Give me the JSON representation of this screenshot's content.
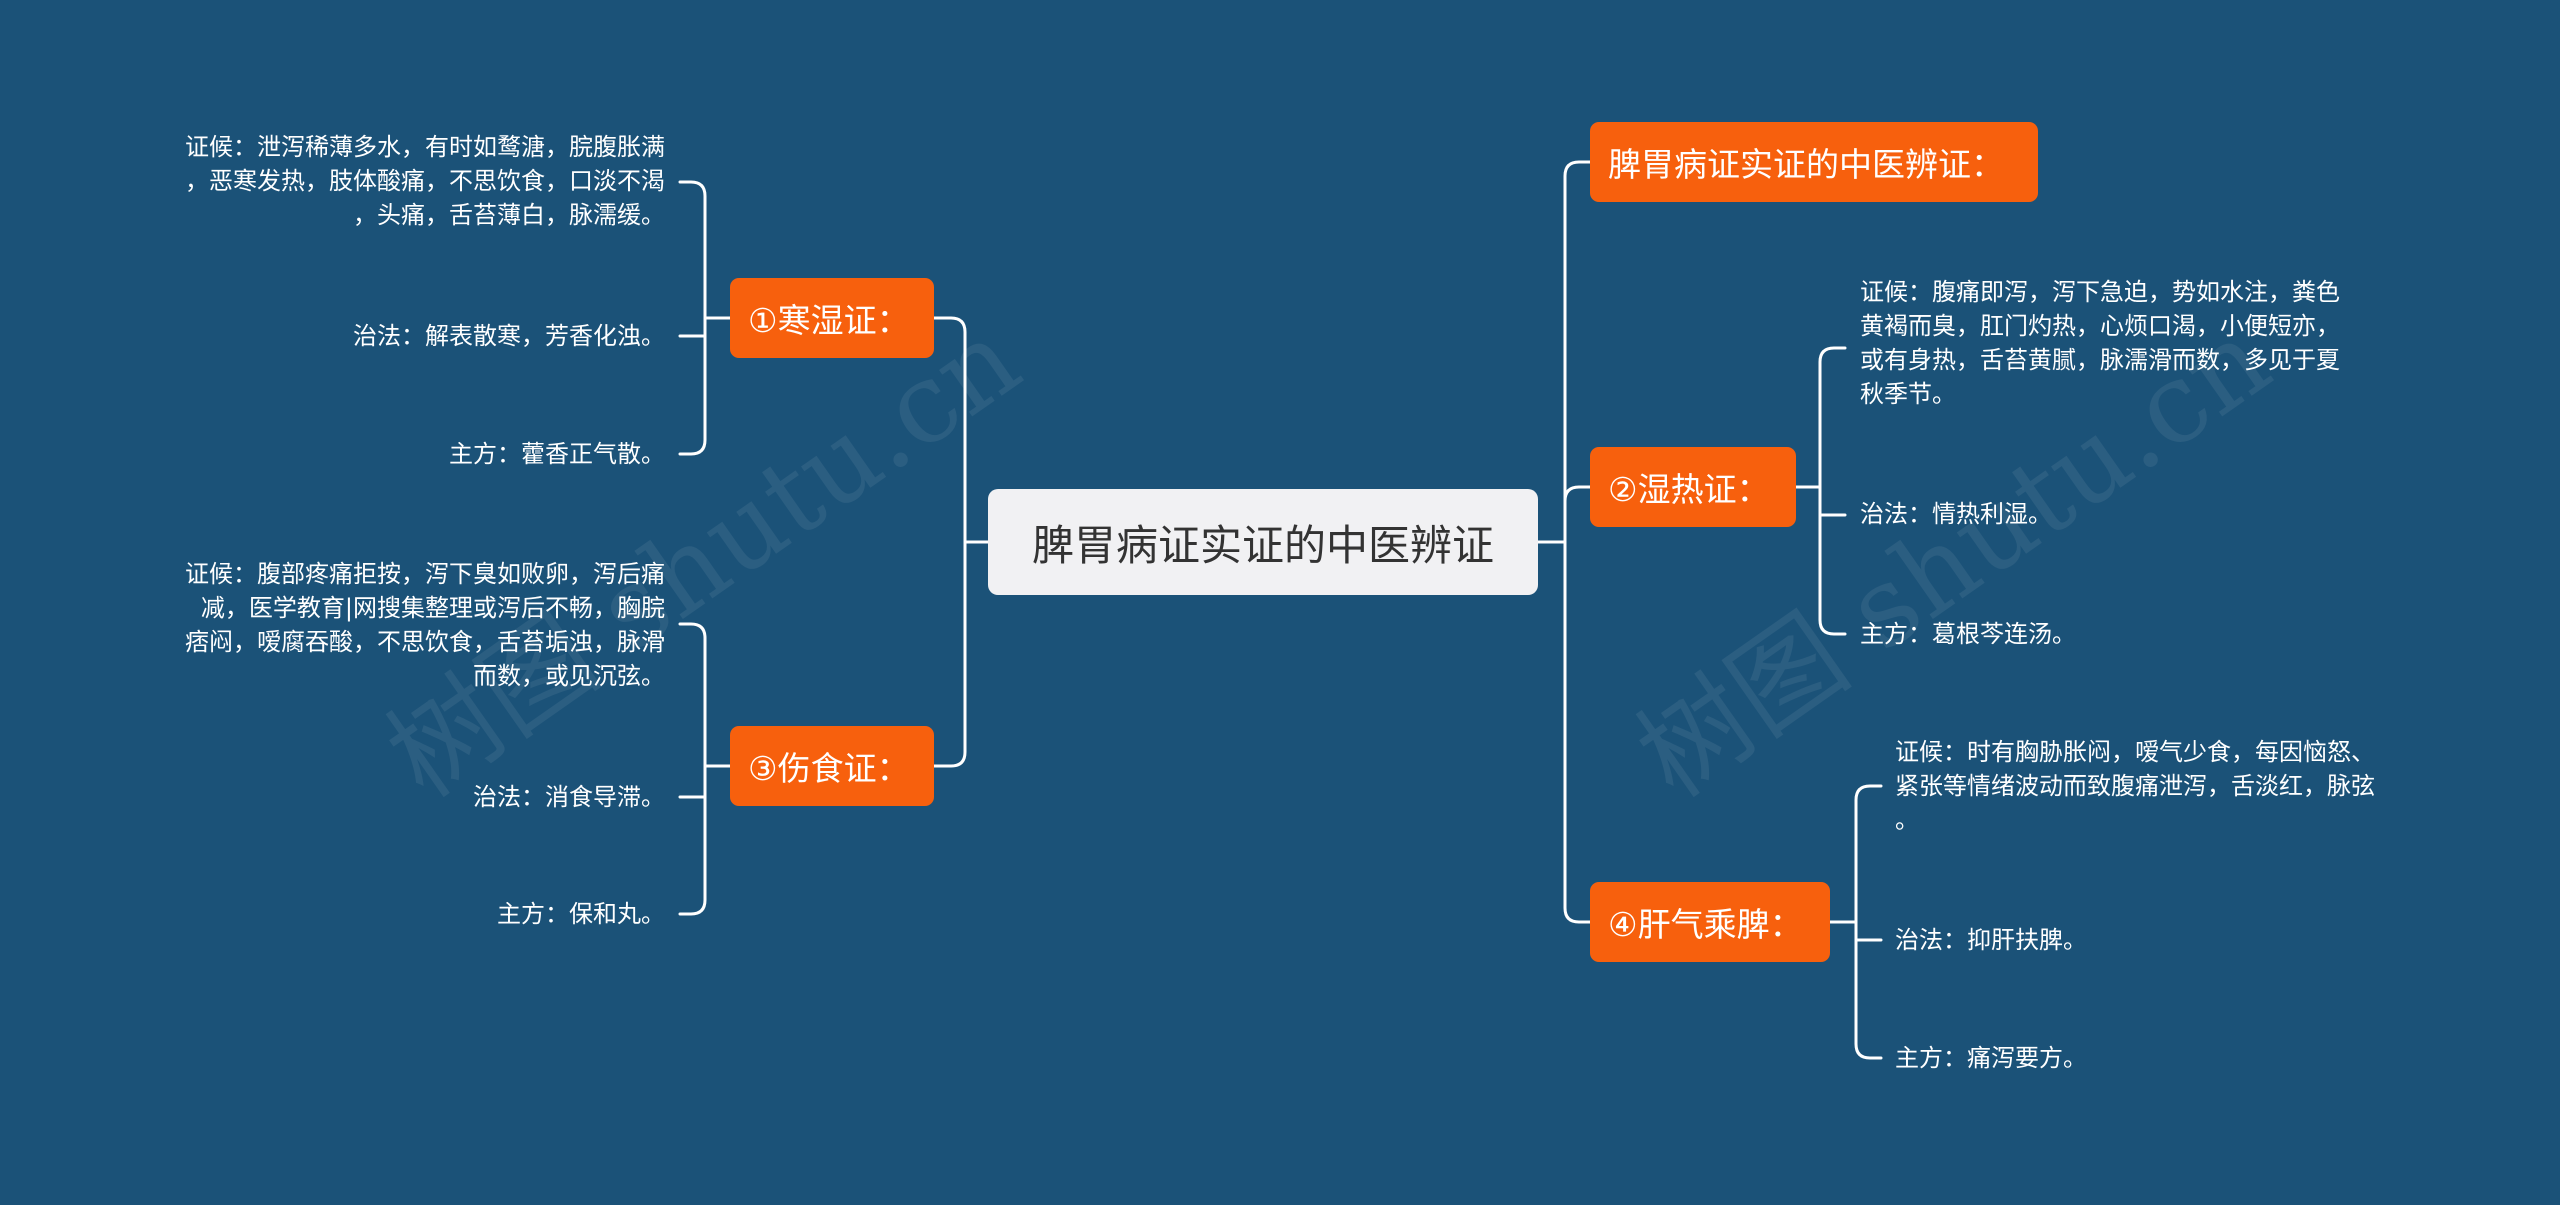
{
  "root": {
    "title": "脾胃病证实证的中医辨证"
  },
  "watermark": {
    "text": "树图 shutu.cn"
  },
  "colors": {
    "background": "#1b5278",
    "branch": "#f7600d",
    "root": "#f1f1f3",
    "line": "#ffffff"
  },
  "left_branches": [
    {
      "label": "①寒湿证：",
      "syndrome": "证候：泄泻稀薄多水，有时如鹜溏，脘腹胀满\n，恶寒发热，肢体酸痛，不思饮食，口淡不渴\n，头痛，舌苔薄白，脉濡缓。",
      "treatment": "治法：解表散寒，芳香化浊。",
      "prescription": "主方：藿香正气散。"
    },
    {
      "label": "③伤食证：",
      "syndrome": "证候：腹部疼痛拒按，泻下臭如败卵，泻后痛\n减，医学教育|网搜集整理或泻后不畅，胸脘\n痞闷，嗳腐吞酸，不思饮食，舌苔垢浊，脉滑\n而数，或见沉弦。",
      "treatment": "治法：消食导滞。",
      "prescription": "主方：保和丸。"
    }
  ],
  "right_branches": [
    {
      "label": "脾胃病证实证的中医辨证："
    },
    {
      "label": "②湿热证：",
      "syndrome": "证候：腹痛即泻，泻下急迫，势如水注，粪色\n黄褐而臭，肛门灼热，心烦口渴，小便短亦，\n或有身热，舌苔黄腻，脉濡滑而数，多见于夏\n秋季节。",
      "treatment": "治法：情热利湿。",
      "prescription": "主方：葛根芩连汤。"
    },
    {
      "label": "④肝气乘脾：",
      "syndrome": "证候：时有胸胁胀闷，嗳气少食，每因恼怒、\n紧张等情绪波动而致腹痛泄泻，舌淡红，脉弦\n。",
      "treatment": "治法：抑肝扶脾。",
      "prescription": "主方：痛泻要方。"
    }
  ]
}
